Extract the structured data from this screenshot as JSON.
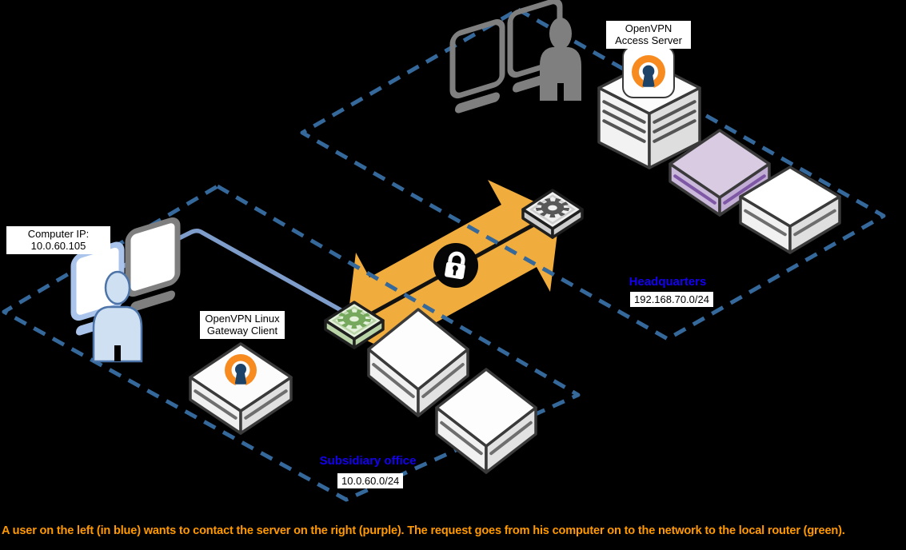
{
  "caption": "A user on the left (in blue) wants to contact the server on the right (purple). The request goes from his computer on to the network to the local router (green).",
  "labels": {
    "access_server": {
      "line1": "OpenVPN",
      "line2": "Access Server"
    },
    "computer_ip": {
      "line1": "Computer IP:",
      "line2": "10.0.60.105"
    },
    "gateway_client": {
      "line1": "OpenVPN Linux",
      "line2": "Gateway Client"
    },
    "headquarters": {
      "name": "Headquarters",
      "subnet": "192.168.70.0/24"
    },
    "subsidiary": {
      "name": "Subsidiary office",
      "subnet": "10.0.60.0/24"
    }
  },
  "icons": {
    "lock": "padlock-on-tunnel",
    "router": "gear-tile",
    "openvpn": "orange-keyhole-logo",
    "user": "person-silhouette",
    "computer": "monitor-with-keyboard"
  },
  "colors": {
    "background": "#000000",
    "network_border": "#35689B",
    "network_title_blue": "#1400F0",
    "tunnel_orange": "#F0AC3C",
    "caption_orange": "#FF9900",
    "openvpn_orange": "#F78B20",
    "openvpn_navy": "#1C4268",
    "purple_server_top": "#D8CBE2",
    "user_blue": "#CFE0F3",
    "router_green": "#76A85E",
    "router_gray": "#585858",
    "connector_blue": "#7E9DCB"
  }
}
